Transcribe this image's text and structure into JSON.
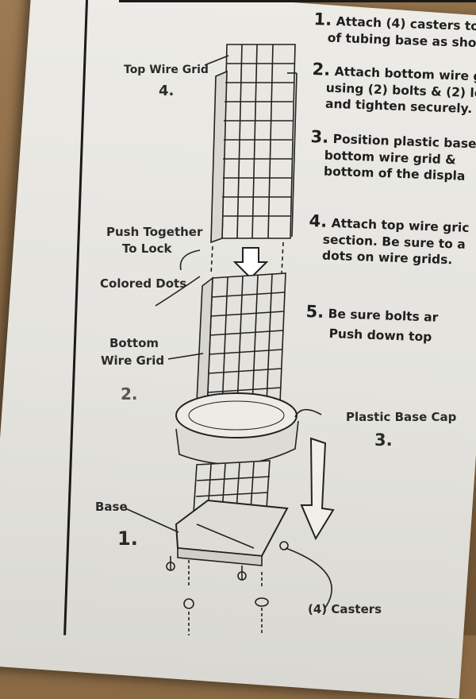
{
  "labels": {
    "top_wire_grid": "Top Wire Grid",
    "num4": "4.",
    "push_together": "Push Together",
    "to_lock": "To Lock",
    "colored_dots": "Colored Dots",
    "bottom": "Bottom",
    "wire_grid": "Wire Grid",
    "num2": "2.",
    "plastic_base_cap": "Plastic Base Cap",
    "num3": "3.",
    "base": "Base",
    "num1": "1.",
    "casters": "(4) Casters"
  },
  "steps": [
    {
      "num": "1.",
      "line1": "Attach (4) casters to",
      "line2": "of tubing base as shov"
    },
    {
      "num": "2.",
      "line1": "Attach bottom wire g",
      "line2": "using (2) bolts & (2) lo",
      "line3": "and tighten securely."
    },
    {
      "num": "3.",
      "line1": "Position plastic base",
      "line2": "bottom  wire grid &",
      "line3": "bottom of the displa"
    },
    {
      "num": "4.",
      "line1": "Attach top wire gric",
      "line2": "section. Be sure to a",
      "line3": "dots on wire grids."
    },
    {
      "num": "5.",
      "line1": "Be sure bolts ar",
      "line2": "Push down top"
    }
  ]
}
